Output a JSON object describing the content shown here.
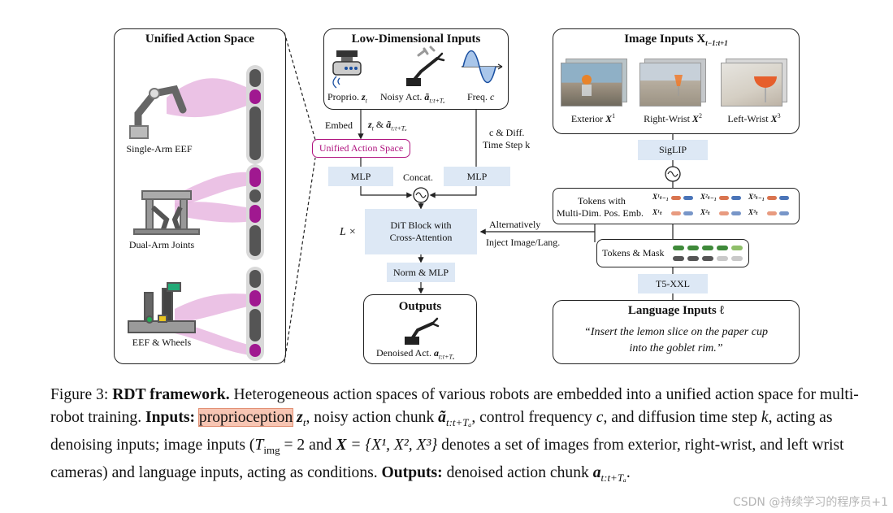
{
  "figure": {
    "unified_action_space": {
      "title": "Unified Action Space",
      "robots": [
        "Single-Arm EEF",
        "Dual-Arm Joints",
        "EEF & Wheels"
      ]
    },
    "low_dim_inputs": {
      "title": "Low-Dimensional Inputs",
      "proprio_label": "Proprio.",
      "proprio_var": "z",
      "proprio_sub": "t",
      "noisy_label": "Noisy Act.",
      "noisy_var": "ã",
      "noisy_sub": "t:t+Tₐ",
      "freq_label": "Freq.",
      "freq_var": "c"
    },
    "flow": {
      "embed": "Embed",
      "embed_vars": "z",
      "embed_vars_sub": "t",
      "embed_amp": " & ",
      "embed_vars2": "ã",
      "embed_vars2_sub": "t:t+Tₐ",
      "uas_box": "Unified Action Space",
      "c_diff": "c & Diff.",
      "timestep": "Time Step k",
      "mlp_left": "MLP",
      "mlp_right": "MLP",
      "concat": "Concat.",
      "l_times": "L ×",
      "dit": "DiT Block with Cross-Attention",
      "alternatively": "Alternatively",
      "inject": "Inject Image/Lang.",
      "norm_mlp": "Norm & MLP"
    },
    "outputs": {
      "title": "Outputs",
      "label": "Denoised Act.",
      "var": "a",
      "var_sub": "t:t+Tₐ"
    },
    "image_inputs": {
      "title": "Image Inputs X",
      "title_sub": "t−1:t+1",
      "cams": [
        {
          "label": "Exterior ",
          "var": "X",
          "sup": "1"
        },
        {
          "label": "Right-Wrist ",
          "var": "X",
          "sup": "2"
        },
        {
          "label": "Left-Wrist ",
          "var": "X",
          "sup": "3"
        }
      ],
      "siglip": "SigLIP",
      "tokens_line1": "Tokens with",
      "tokens_line2": "Multi-Dim. Pos. Emb.",
      "token_row1": [
        "X¹ₜ₋₁",
        "X²ₜ₋₁",
        "X³ₜ₋₁"
      ],
      "token_row2": [
        "X¹ₜ",
        "X²ₜ",
        "X³ₜ"
      ],
      "tokens_mask": "Tokens & Mask",
      "t5": "T5-XXL"
    },
    "language": {
      "title": "Language Inputs ℓ",
      "text_line1": "“Insert the lemon slice on the paper cup",
      "text_line2": "into the goblet rim.”"
    }
  },
  "caption": {
    "fig_label": "Figure 3: ",
    "bold_title": "RDT framework.",
    "s1": " Heterogeneous action spaces of various robots are embedded into a unified action space for multi-robot training. ",
    "inputs_label": "Inputs:",
    "highlight": "proprioception",
    "s2_var": "z",
    "s2_sub": "t",
    "s3": ", noisy action chunk ",
    "s3_var": "ã",
    "s3_sub": "t:t+Tₐ",
    "s4": ", control frequency ",
    "s4_var": "c",
    "s5": ", and diffusion time step ",
    "s5_var": "k",
    "s6": ", acting as denoising inputs; image inputs (",
    "s6_var": "T",
    "s6_sub": "img",
    "s6_eq": " = 2 and ",
    "s7_var": "X",
    "s7_rest": " = {X¹, X², X³}",
    "s8": " denotes a set of images from exterior, right-wrist, and left wrist cameras) and language inputs, acting as conditions. ",
    "outputs_label": "Outputs:",
    "s9": " denoised action chunk ",
    "s9_var": "a",
    "s9_sub": "t:t+Tₐ",
    "s10": "."
  },
  "watermark": "CSDN @持续学习的程序员+1"
}
